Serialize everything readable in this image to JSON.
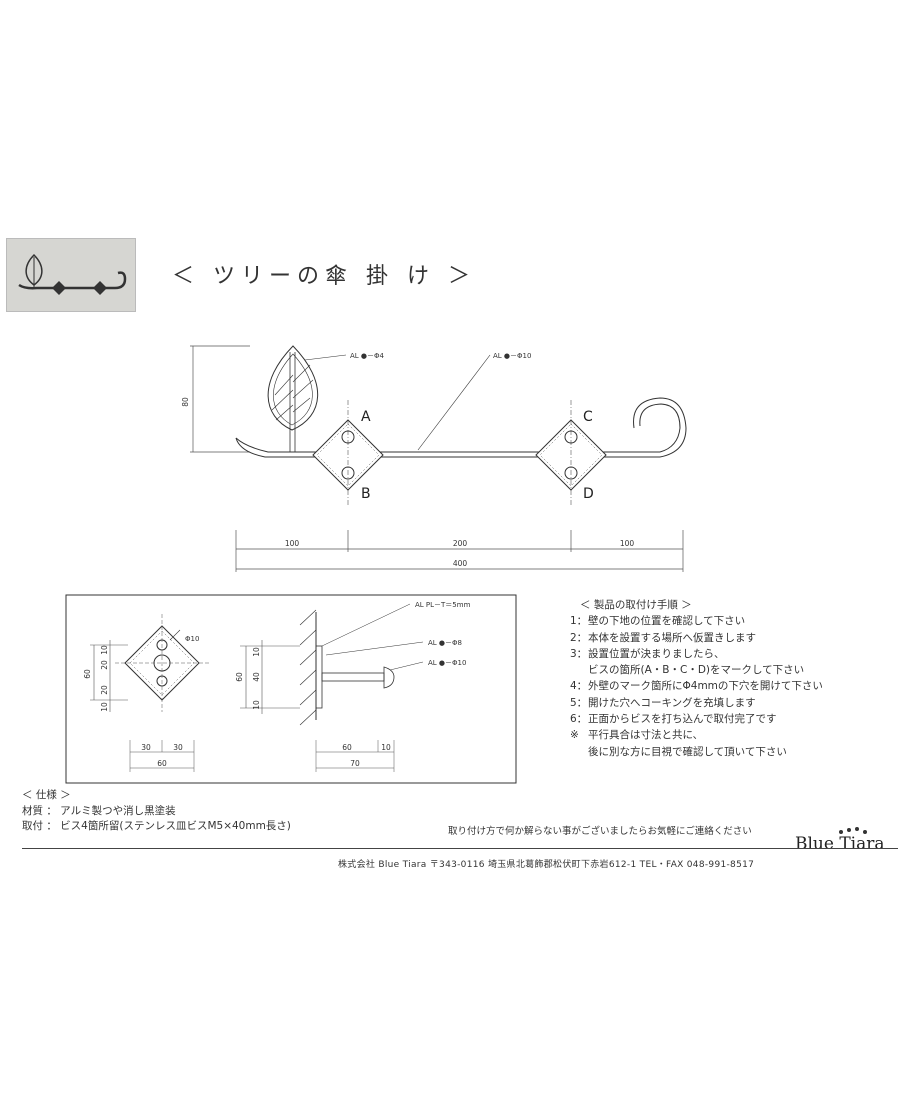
{
  "title": "＜ ツリーの傘 掛 け ＞",
  "main_drawing": {
    "callout_leaf": "AL ●－Φ4",
    "callout_bar": "AL ●－Φ10",
    "height_dim": "80",
    "points": [
      "A",
      "B",
      "C",
      "D"
    ],
    "dims": [
      "100",
      "200",
      "100",
      "400"
    ]
  },
  "detail_front": {
    "dia": "Φ10",
    "vdims": [
      "10",
      "20",
      "20",
      "10"
    ],
    "total_v": "60",
    "hdims": [
      "30",
      "30"
    ],
    "total_h": "60"
  },
  "detail_side": {
    "callouts": [
      "AL PL－T＝5mm",
      "AL ●－Φ8",
      "AL ●－Φ10"
    ],
    "vdims": [
      "10",
      "40",
      "10"
    ],
    "total_v": "60",
    "hdims": [
      "60",
      "10"
    ],
    "total_h": "70"
  },
  "steps": {
    "heading": "＜ 製品の取付け手順 ＞",
    "items": [
      {
        "num": "1：",
        "text": "壁の下地の位置を確認して下さい"
      },
      {
        "num": "2：",
        "text": "本体を設置する場所へ仮置きします"
      },
      {
        "num": "3：",
        "text": "設置位置が決まりましたら、"
      },
      {
        "num": "",
        "text": "ビスの箇所(A・B・C・D)をマークして下さい"
      },
      {
        "num": "4：",
        "text": "外壁のマーク箇所にΦ4mmの下穴を開けて下さい"
      },
      {
        "num": "5：",
        "text": "開けた穴へコーキングを充填します"
      },
      {
        "num": "6：",
        "text": "正面からビスを打ち込んで取付完了です"
      },
      {
        "num": "※",
        "text": "平行具合は寸法と共に、"
      },
      {
        "num": "",
        "text": "後に別な方に目視で確認して頂いて下さい"
      }
    ]
  },
  "spec": {
    "heading": "＜ 仕様 ＞",
    "material": "材質 ： アルミ製つや消し黒塗装",
    "mounting": "取付 ： ビス4箇所留(ステンレス皿ビスM5×40mm長さ)"
  },
  "note": "取り付け方で何か解らない事がございましたらお気軽にご連絡ください",
  "brand": "Blue Tiara",
  "footer": "株式会社 Blue Tiara 〒343-0116 埼玉県北葛飾郡松伏町下赤岩612-1 TEL・FAX 048-991-8517"
}
